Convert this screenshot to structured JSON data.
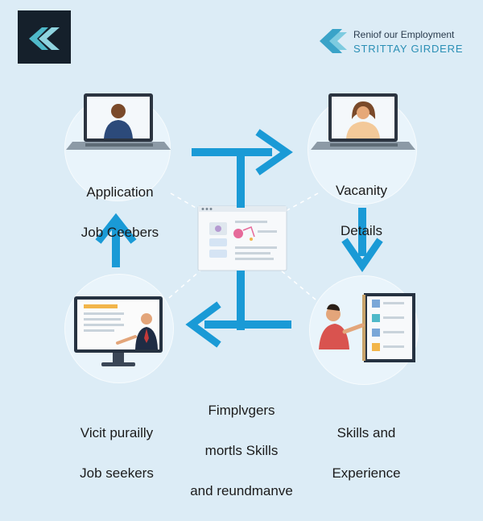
{
  "header": {
    "brand_line1": "Reniof our Employment",
    "brand_line2": "STRITTAY GIRDERE"
  },
  "nodes": {
    "top_left": {
      "line1": "Application",
      "line2": "Job Ceebers"
    },
    "top_right": {
      "line1": "Vacanity",
      "line2": "Details"
    },
    "bottom_left": {
      "line1": "Vicit purailly",
      "line2": "Job seekers"
    },
    "bottom_right": {
      "line1": "Skills and",
      "line2": "Experience"
    },
    "center": {
      "line1": "Fimplvgers",
      "line2": "mortls Skills",
      "line3": "and reundmanve"
    }
  },
  "colors": {
    "background": "#dcecf6",
    "arrow": "#1a9ad6",
    "logo_bg": "#15202b",
    "logo_accent": "#4fb9c9"
  }
}
